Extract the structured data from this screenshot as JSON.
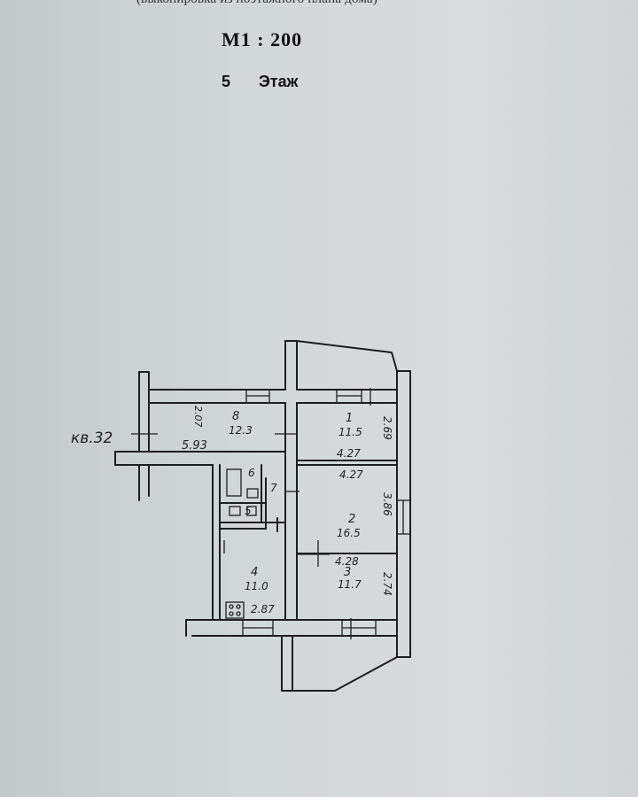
{
  "header": {
    "subtitle": "(выкопировка из поэтажного плана дома)",
    "scale": "М1 : 200",
    "floor_number": "5",
    "floor_label": "Этаж"
  },
  "plan": {
    "apartment_label": "кв.32",
    "rooms": [
      {
        "number": "8",
        "area": "12.3",
        "dim_a": "2.07",
        "dim_b": "5.93"
      },
      {
        "number": "1",
        "area": "11.5",
        "dim_a": "4.27",
        "dim_b": "2.69"
      },
      {
        "number": "2",
        "area": "16.5",
        "dim_a": "4.27",
        "dim_b": "3.86"
      },
      {
        "number": "3",
        "area": "11.7",
        "dim_a": "4.28",
        "dim_b": "2.74"
      },
      {
        "number": "4",
        "area": "11.0",
        "dim_a": "2.87"
      },
      {
        "number": "5"
      },
      {
        "number": "6"
      },
      {
        "number": "7"
      }
    ]
  }
}
